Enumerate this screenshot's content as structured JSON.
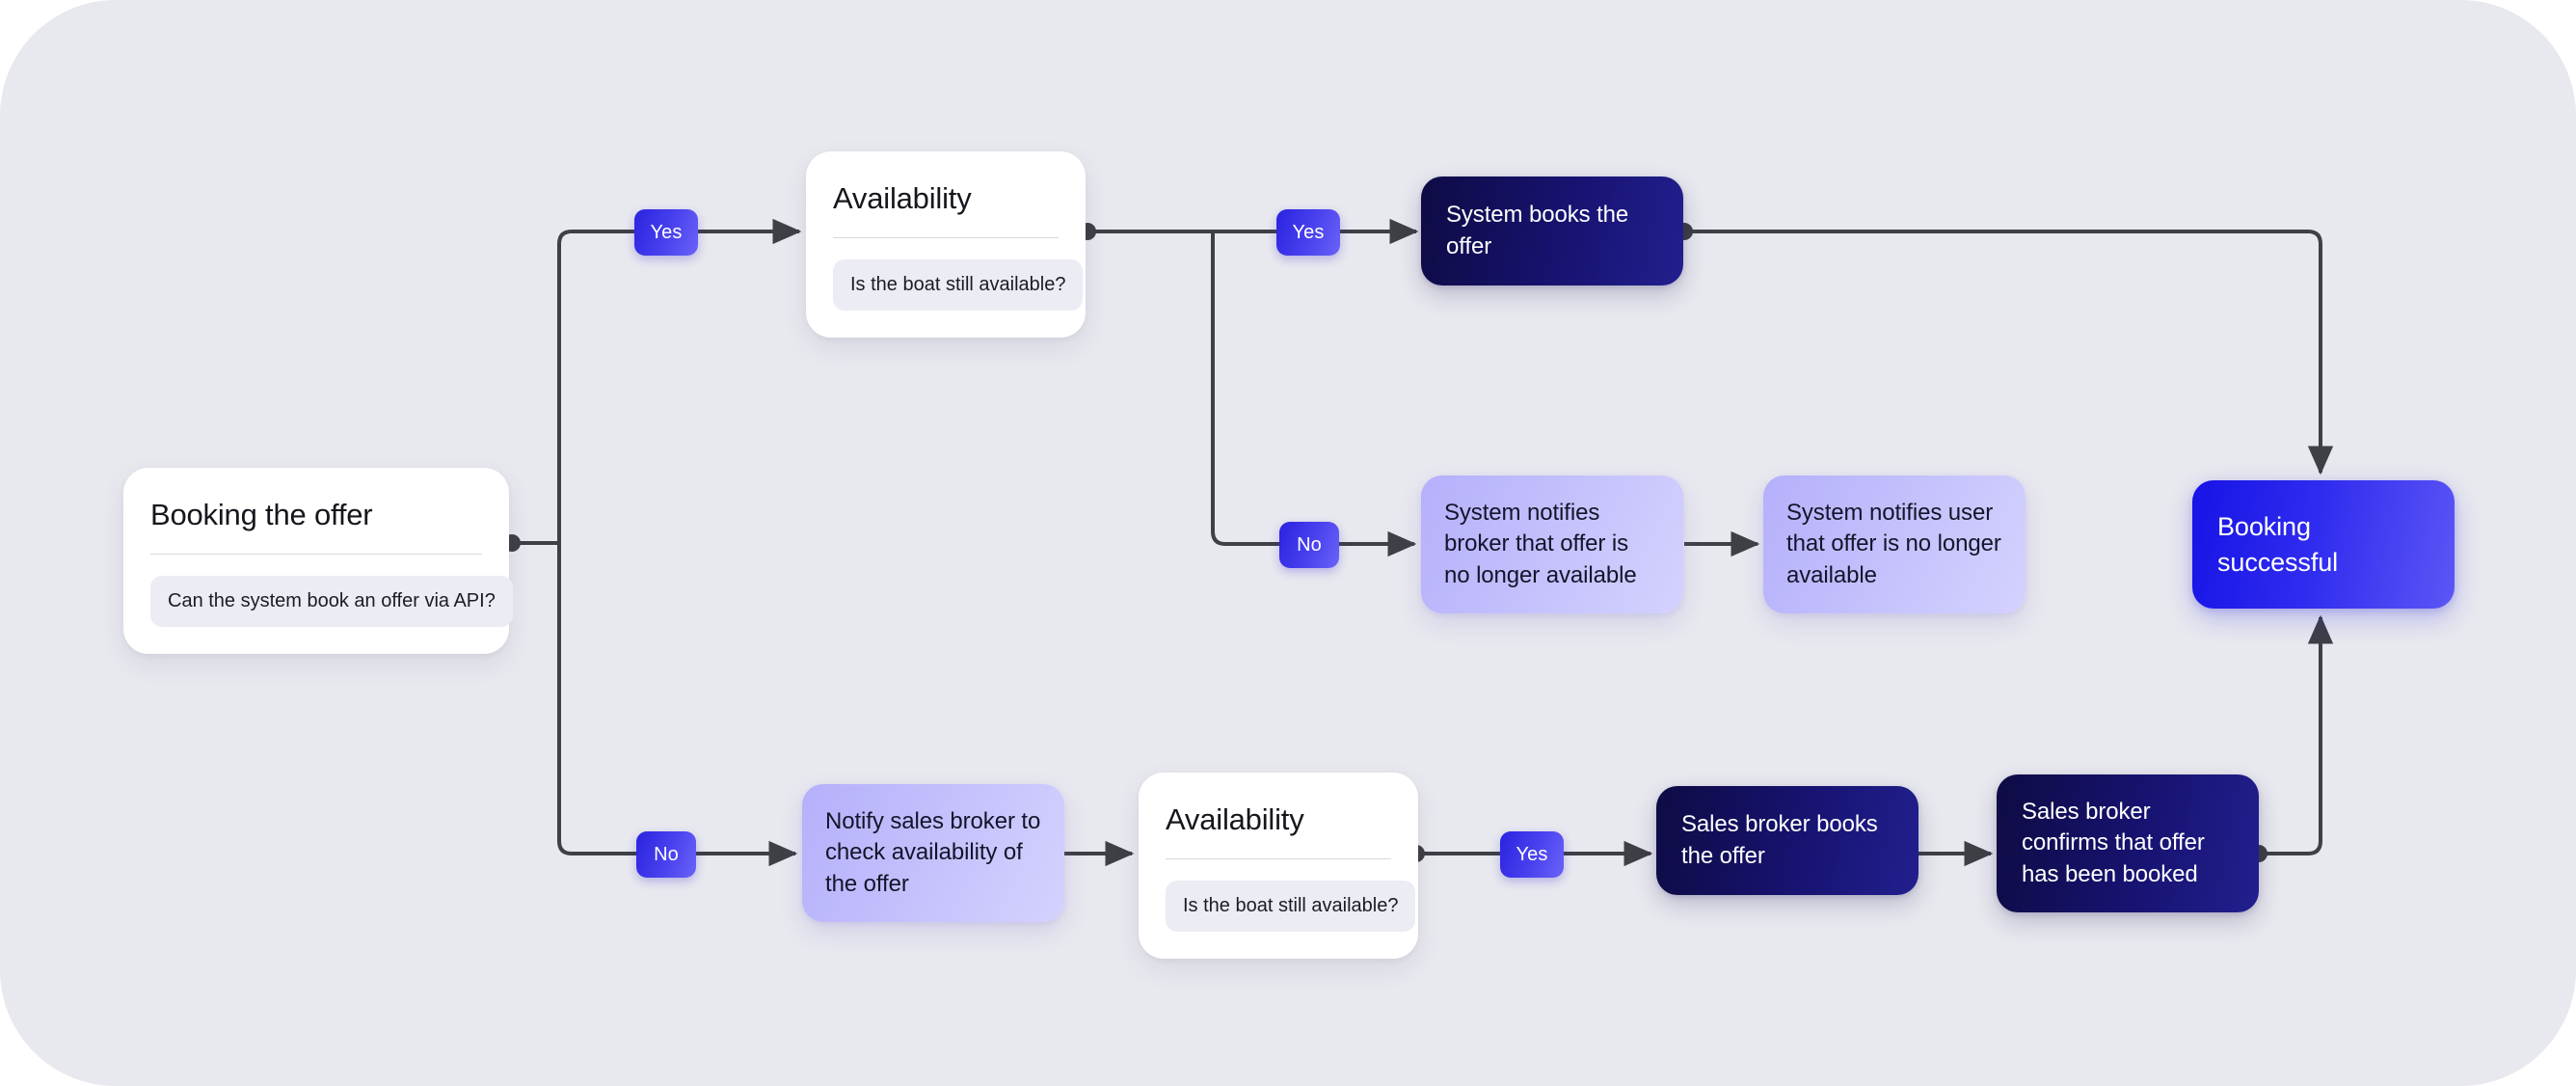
{
  "canvas": {
    "background": "#e8e8ef",
    "edge_color": "#3f3f46"
  },
  "palette": {
    "card_bg": "#ffffff",
    "card_chip_bg": "#ececf5",
    "dark_start": "#0e0b44",
    "dark_end": "#221f8e",
    "lavender_start": "#b5b0fb",
    "lavender_end": "#d4d2fe",
    "bright_start": "#1713e6",
    "bright_end": "#5b56f5",
    "badge_start": "#2a23df",
    "badge_end": "#6a63f7",
    "badge_text": "#ffffff"
  },
  "nodes": {
    "start_decision": {
      "title": "Booking the offer",
      "question": "Can the system book an offer via API?"
    },
    "availability_top": {
      "title": "Availability",
      "question": "Is the boat still available?"
    },
    "availability_bottom": {
      "title": "Availability",
      "question": "Is the boat still available?"
    },
    "system_books": {
      "label": "System books the offer"
    },
    "notify_broker_unavailable": {
      "label": "System notifies broker that offer is no longer available"
    },
    "notify_user_unavailable": {
      "label": "System notifies user that offer is no longer available"
    },
    "notify_sales_broker": {
      "label": "Notify sales broker to check availability of the offer"
    },
    "sales_broker_books": {
      "label": "Sales broker books the offer"
    },
    "sales_broker_confirms": {
      "label": "Sales broker confirms that offer has been booked"
    },
    "booking_successful": {
      "label": "Booking successful"
    }
  },
  "edge_labels": {
    "start_yes": "Yes",
    "start_no": "No",
    "availability_top_yes": "Yes",
    "availability_top_no": "No",
    "availability_bottom_yes": "Yes"
  }
}
